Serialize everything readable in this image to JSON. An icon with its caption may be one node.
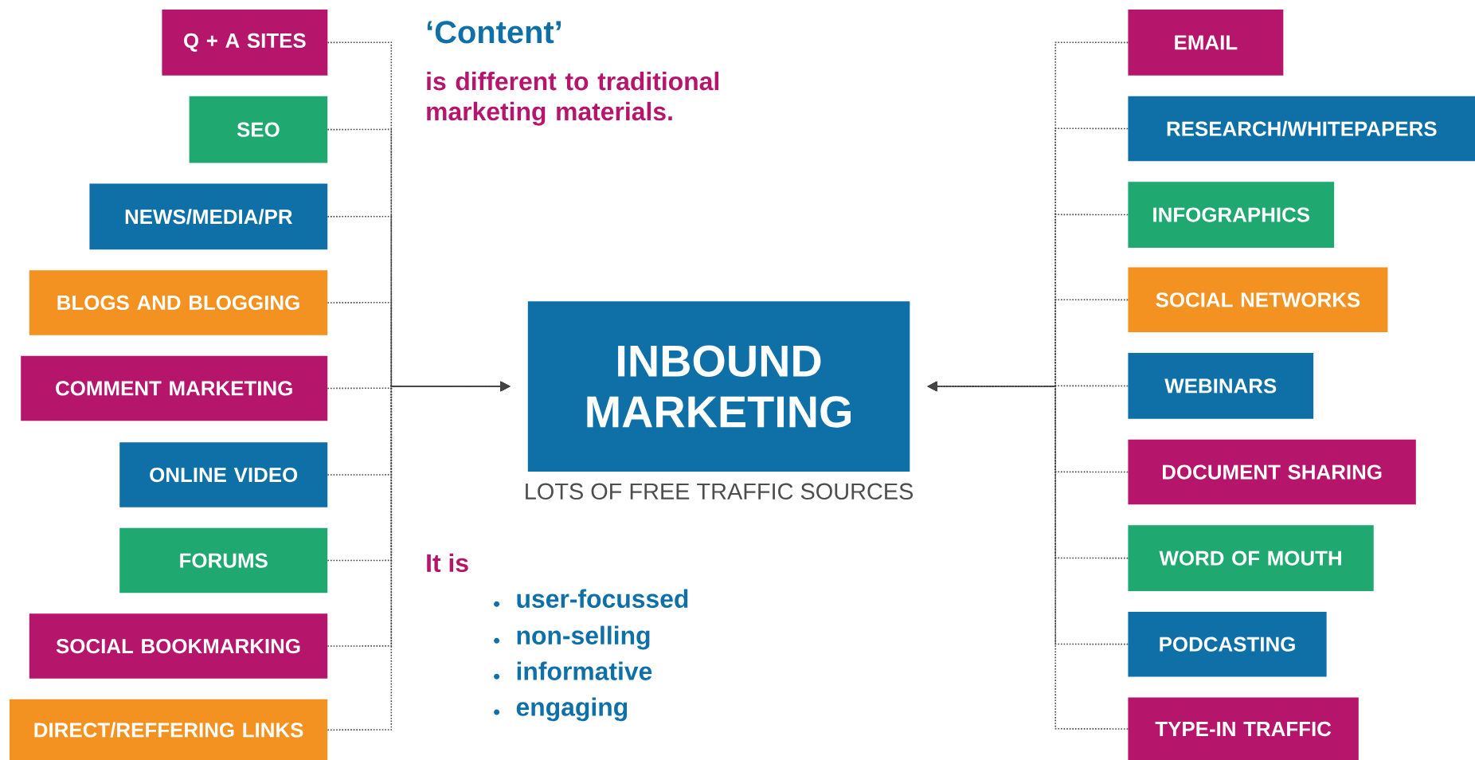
{
  "diagram": {
    "nodes": [
      {
        "text": [
          "Q + A SITES"
        ]
      },
      {
        "text": [
          "SEO"
        ]
      },
      {
        "text": [
          "NEWS/MEDIA/PR"
        ]
      },
      {
        "text": [
          "BLOGS AND BLOGGING"
        ]
      },
      {
        "text": [
          "COMMENT MARKETING"
        ]
      },
      {
        "text": [
          "ONLINE VIDEO"
        ]
      },
      {
        "text": [
          "FORUMS"
        ]
      },
      {
        "text": [
          "SOCIAL BOOKMARKING"
        ]
      },
      {
        "text": [
          "DIRECT/REFFERING LINKS"
        ]
      },
      {
        "text": [
          "INBOUND MARKETING"
        ],
        "beside": [
          "LOTS OF FREE TRAFFIC SOURCES"
        ]
      },
      {
        "text": [
          "EMAIL"
        ]
      },
      {
        "text": [
          "RESEARCH/WHITEPAPERS"
        ]
      },
      {
        "text": [
          "INFOGRAPHICS"
        ]
      },
      {
        "text": [
          "SOCIAL NETWORKS"
        ]
      },
      {
        "text": [
          "WEBINARS"
        ]
      },
      {
        "text": [
          "DOCUMENT SHARING"
        ]
      },
      {
        "text": [
          "WORD OF MOUTH"
        ]
      },
      {
        "text": [
          "PODCASTING"
        ]
      },
      {
        "text": [
          "TYPE-IN TRAFFIC"
        ]
      }
    ],
    "edges": [
      {
        "from": 0,
        "to": 9,
        "arrow": "to"
      },
      {
        "from": 1,
        "to": 9,
        "arrow": "to"
      },
      {
        "from": 2,
        "to": 9,
        "arrow": "to"
      },
      {
        "from": 3,
        "to": 9,
        "arrow": "to"
      },
      {
        "from": 4,
        "to": 9,
        "arrow": "to"
      },
      {
        "from": 5,
        "to": 9,
        "arrow": "to"
      },
      {
        "from": 6,
        "to": 9,
        "arrow": "to"
      },
      {
        "from": 7,
        "to": 9,
        "arrow": "to"
      },
      {
        "from": 8,
        "to": 9,
        "arrow": "to"
      },
      {
        "from": 10,
        "to": 9,
        "arrow": "to"
      },
      {
        "from": 11,
        "to": 9,
        "arrow": "to"
      },
      {
        "from": 12,
        "to": 9,
        "arrow": "to"
      },
      {
        "from": 13,
        "to": 9,
        "arrow": "to"
      },
      {
        "from": 14,
        "to": 9,
        "arrow": "to"
      },
      {
        "from": 15,
        "to": 9,
        "arrow": "to"
      },
      {
        "from": 16,
        "to": 9,
        "arrow": "to"
      },
      {
        "from": 17,
        "to": 9,
        "arrow": "to"
      },
      {
        "from": 18,
        "to": 9,
        "arrow": "to"
      }
    ],
    "labels": [
      "‘Content’",
      "is different to traditional marketing materials.",
      "It is",
      "user-focussed",
      "non-selling",
      "informative",
      "engaging"
    ]
  }
}
